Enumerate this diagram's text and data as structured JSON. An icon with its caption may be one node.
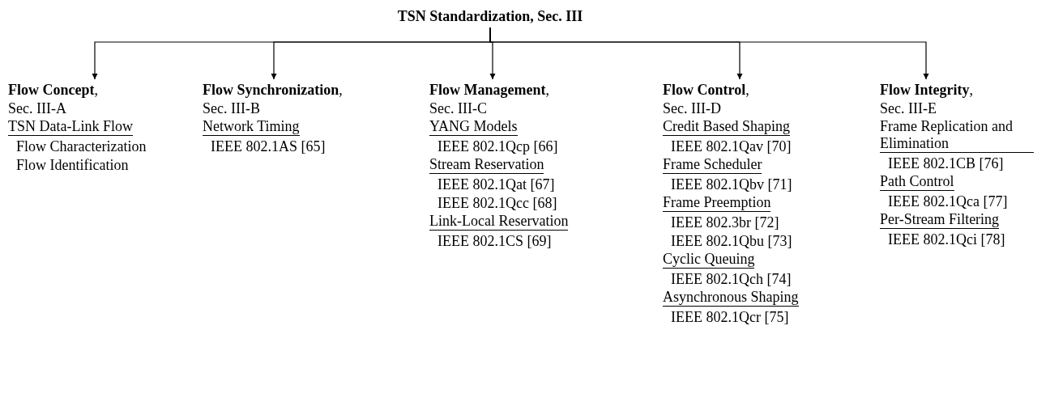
{
  "diagram": {
    "nodes": [
      {
        "text": [
          "TSN Standardization, Sec. III"
        ]
      },
      {
        "text": [
          "**Flow Concept**, Sec. III-A",
          "TSN Data-Link Flow",
          "Flow Characterization",
          "Flow Identification"
        ]
      },
      {
        "text": [
          "**Flow Synchronization**, Sec. III-B",
          "Network Timing",
          "IEEE 802.1AS [65]"
        ]
      },
      {
        "text": [
          "**Flow Management**, Sec. III-C",
          "YANG Models",
          "IEEE 802.1Qcp [66]",
          "Stream Reservation",
          "IEEE 802.1Qat [67]",
          "IEEE 802.1Qcc [68]",
          "Link-Local Reservation",
          "IEEE 802.1CS [69]"
        ]
      },
      {
        "text": [
          "**Flow Control**, Sec. III-D",
          "Credit Based Shaping",
          "IEEE 802.1Qav [70]",
          "Frame Scheduler",
          "IEEE 802.1Qbv [71]",
          "Frame Preemption",
          "IEEE 802.3br [72]",
          "IEEE 802.1Qbu [73]",
          "Cyclic Queuing",
          "IEEE 802.1Qch [74]",
          "Asynchronous Shaping",
          "IEEE 802.1Qcr [75]"
        ]
      },
      {
        "text": [
          "**Flow Integrity**, Sec. III-E",
          "Frame Replication and Elimination",
          "IEEE 802.1CB [76]",
          "Path Control",
          "IEEE 802.1Qca [77]",
          "Per-Stream Filtering",
          "IEEE 802.1Qci [78]"
        ]
      }
    ],
    "edges": [
      {
        "from": 0,
        "to": 1,
        "arrow": "to"
      },
      {
        "from": 0,
        "to": 2,
        "arrow": "to"
      },
      {
        "from": 0,
        "to": 3,
        "arrow": "to"
      },
      {
        "from": 0,
        "to": 4,
        "arrow": "to"
      },
      {
        "from": 0,
        "to": 5,
        "arrow": "to"
      }
    ]
  }
}
